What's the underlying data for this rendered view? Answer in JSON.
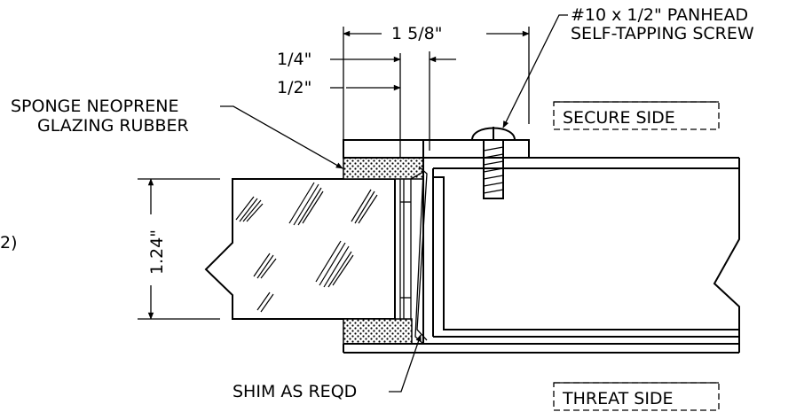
{
  "labels": {
    "overall_dim": "1 5/8\"",
    "dim_quarter": "1/4\"",
    "dim_half": "1/2\"",
    "screw_line1": "#10 x 1/2\" PANHEAD",
    "screw_line2": "SELF-TAPPING SCREW",
    "rubber_line1": "SPONGE NEOPRENE",
    "rubber_line2": "GLAZING RUBBER",
    "secure_side": "SECURE SIDE",
    "threat_side": "THREAT SIDE",
    "glass_dim": "1.24\"",
    "shim": "SHIM AS REQD",
    "edge_fragment": "2)"
  },
  "colors": {
    "line": "#000000",
    "background": "#ffffff"
  }
}
